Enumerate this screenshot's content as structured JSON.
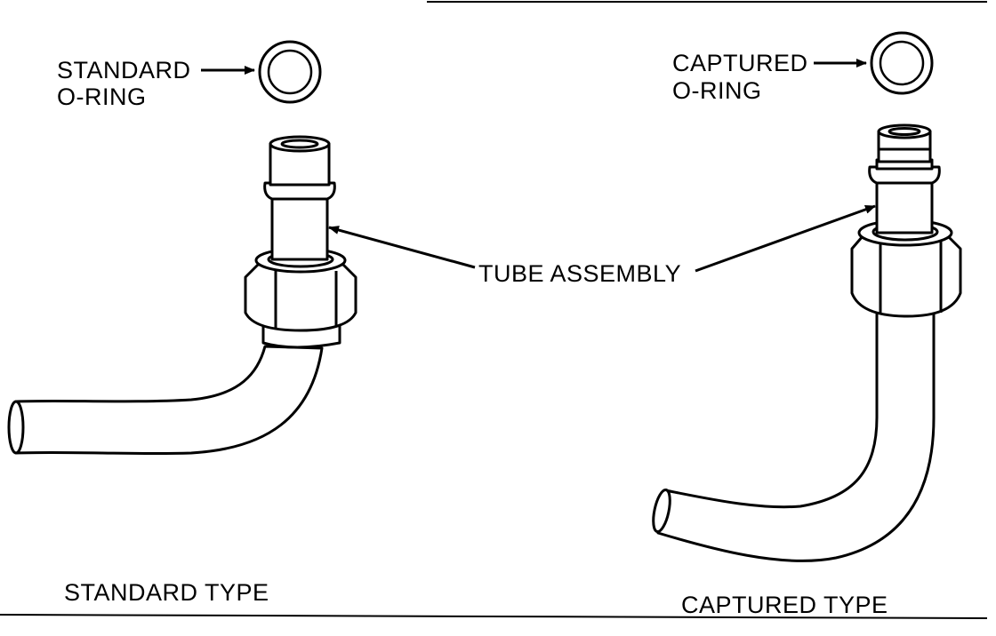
{
  "labels": {
    "standard_oring_line1": "STANDARD",
    "standard_oring_line2": "O-RING",
    "captured_oring_line1": "CAPTURED",
    "captured_oring_line2": "O-RING",
    "tube_assembly": "TUBE ASSEMBLY",
    "standard_type": "STANDARD TYPE",
    "captured_type": "CAPTURED TYPE"
  },
  "colors": {
    "ink": "#000000",
    "paper": "#ffffff"
  }
}
